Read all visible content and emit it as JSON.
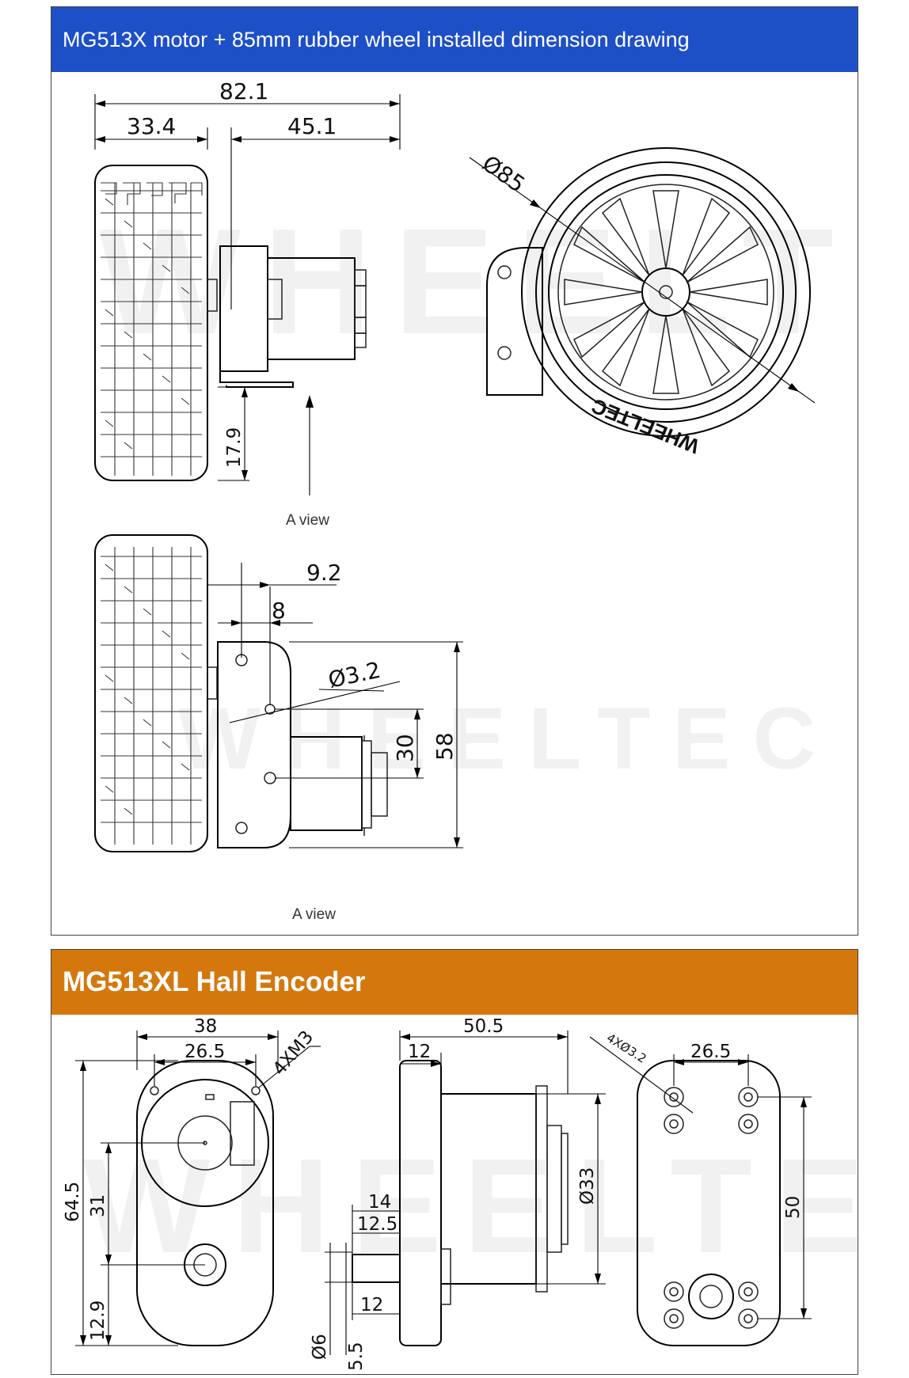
{
  "panels": [
    {
      "title": "MG513X motor + 85mm rubber wheel installed dimension drawing",
      "accent": "#1d4fc7",
      "dimensions": {
        "overall_width": "82.1",
        "wheel_width": "33.4",
        "motor_length": "45.1",
        "wheel_diameter": "Ø85",
        "bracket_height": "17.9",
        "hole_offset_a": "9.2",
        "hole_offset_b": "8",
        "hole_diameter": "Ø3.2",
        "hole_spacing": "30",
        "bracket_length": "58"
      },
      "captions": [
        "A view",
        "A view"
      ],
      "wheel_brand": "WHEELTEC"
    },
    {
      "title": "MG513XL Hall Encoder",
      "accent": "#d4780e",
      "dimensions": {
        "housing_width": "38",
        "hole_span": "26.5",
        "thread_spec": "4XM3",
        "housing_height": "64.5",
        "center_height": "31",
        "shaft_height": "12.9",
        "total_length": "50.5",
        "gearbox_length": "12",
        "motor_diameter": "Ø33",
        "shaft_length": "14",
        "shaft_flat": "12.5",
        "shaft_stub": "12",
        "shaft_diameter": "Ø6",
        "shaft_flat_width": "5.5",
        "rear_holes": "4XØ3.2",
        "rear_hole_span": "26.5",
        "rear_hole_height": "50"
      }
    }
  ],
  "watermark": "WHEELTEC"
}
